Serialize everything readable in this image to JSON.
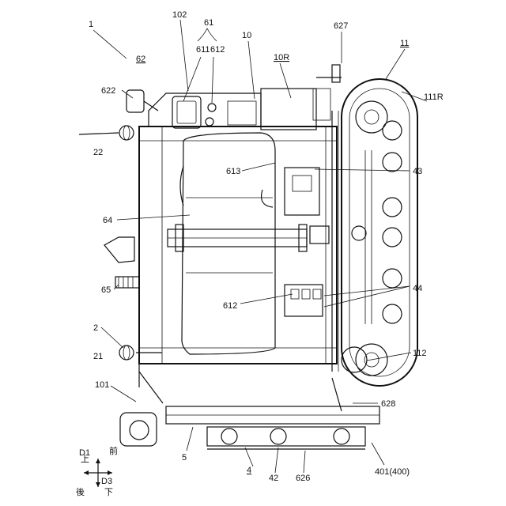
{
  "labels": [
    {
      "id": "l1",
      "text": "1"
    },
    {
      "id": "l102",
      "text": "102"
    },
    {
      "id": "l61",
      "text": "61"
    },
    {
      "id": "l611",
      "text": "611"
    },
    {
      "id": "l612a",
      "text": "612"
    },
    {
      "id": "l10",
      "text": "10"
    },
    {
      "id": "l10R",
      "text": "10R"
    },
    {
      "id": "l627",
      "text": "627"
    },
    {
      "id": "l11",
      "text": "11"
    },
    {
      "id": "l62",
      "text": "62"
    },
    {
      "id": "l622",
      "text": "622"
    },
    {
      "id": "l111R",
      "text": "111R"
    },
    {
      "id": "l22",
      "text": "22"
    },
    {
      "id": "l613",
      "text": "613"
    },
    {
      "id": "l43",
      "text": "43"
    },
    {
      "id": "l64",
      "text": "64"
    },
    {
      "id": "l65",
      "text": "65"
    },
    {
      "id": "l612b",
      "text": "612"
    },
    {
      "id": "l44",
      "text": "44"
    },
    {
      "id": "l2",
      "text": "2"
    },
    {
      "id": "l21",
      "text": "21"
    },
    {
      "id": "l112",
      "text": "112"
    },
    {
      "id": "l101",
      "text": "101"
    },
    {
      "id": "l628",
      "text": "628"
    },
    {
      "id": "l5",
      "text": "5"
    },
    {
      "id": "l4",
      "text": "4"
    },
    {
      "id": "l42",
      "text": "42"
    },
    {
      "id": "l626",
      "text": "626"
    },
    {
      "id": "l401",
      "text": "401(400)"
    }
  ],
  "direction": {
    "up": "上",
    "down": "下",
    "front": "前",
    "back": "後",
    "d1": "D1",
    "d3": "D3"
  }
}
